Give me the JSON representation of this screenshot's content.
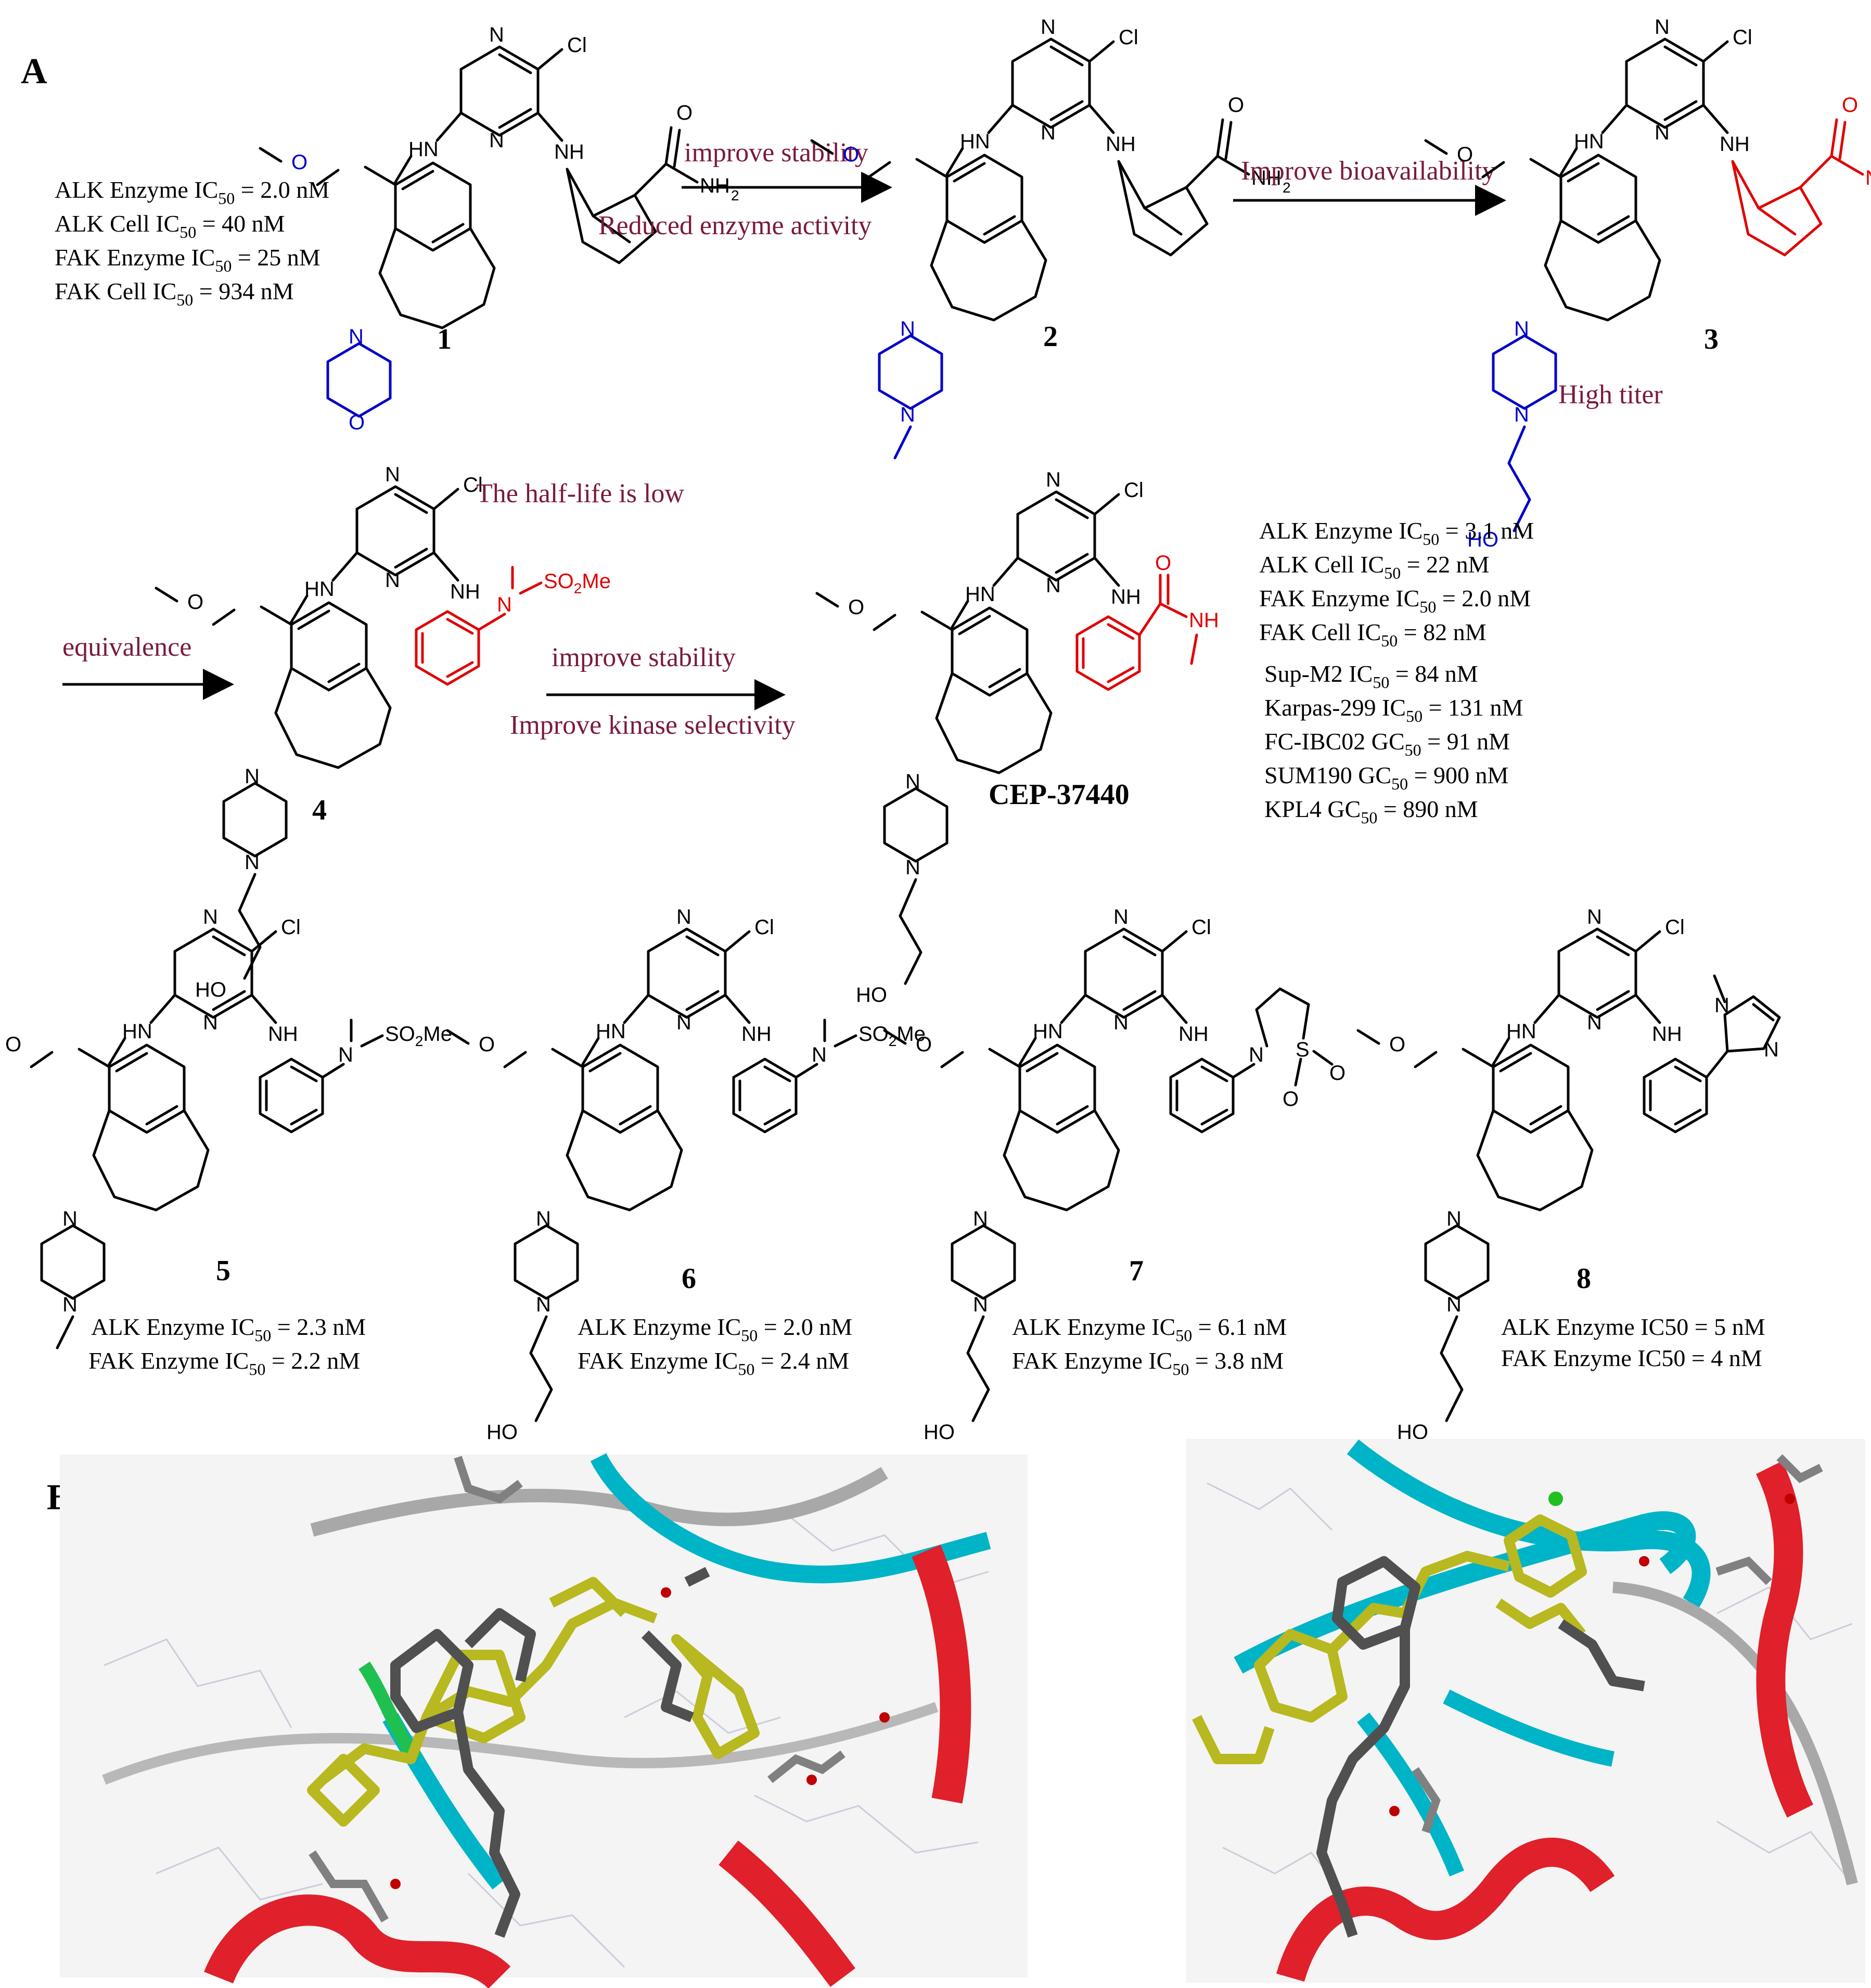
{
  "panels": {
    "a": "A",
    "b": "B"
  },
  "compounds": {
    "c1": "1",
    "c2": "2",
    "c3": "3",
    "c4": "4",
    "cep": "CEP-37440",
    "c5": "5",
    "c6": "6",
    "c7": "7",
    "c8": "8"
  },
  "transforms": {
    "t1_top": "improve stability",
    "t1_bottom": "Reduced enzyme activity",
    "t2_top": "Improve bioavailability",
    "t3_left": "equivalence",
    "t4_top": "improve stability",
    "t4_bottom": "Improve kinase selectivity"
  },
  "notes": {
    "high_titer": "High titer",
    "half_life": "The half-life is low"
  },
  "atoms": {
    "cl": "Cl",
    "n": "N",
    "nh": "NH",
    "hn": "HN",
    "o": "O",
    "ho": "HO",
    "nh2": "NH",
    "nh2_sub": "2",
    "so2me": "SO",
    "so2me_sub": "2",
    "so2me_tail": "Me",
    "s": "S"
  },
  "activity": {
    "c1": [
      {
        "pre": "ALK Enzyme IC",
        "sub": "50",
        "post": " = 2.0 nM"
      },
      {
        "pre": "ALK Cell IC",
        "sub": "50",
        "post": " = 40 nM"
      },
      {
        "pre": "FAK Enzyme IC",
        "sub": "50",
        "post": " = 25 nM"
      },
      {
        "pre": "FAK Cell IC",
        "sub": "50",
        "post": " = 934 nM"
      }
    ],
    "cep": [
      {
        "pre": "ALK Enzyme IC",
        "sub": "50",
        "post": " = 3.1 nM"
      },
      {
        "pre": "ALK Cell IC",
        "sub": "50",
        "post": " = 22 nM"
      },
      {
        "pre": "FAK Enzyme IC",
        "sub": "50",
        "post": " = 2.0 nM"
      },
      {
        "pre": "FAK Cell IC",
        "sub": "50",
        "post": " = 82 nM"
      },
      {
        "pre": "Sup-M2  IC",
        "sub": "50",
        "post": " = 84 nM"
      },
      {
        "pre": "Karpas-299  IC",
        "sub": "50",
        "post": " = 131 nM"
      },
      {
        "pre": "FC-IBC02 GC",
        "sub": "50",
        "post": " = 91 nM"
      },
      {
        "pre": "SUM190  GC",
        "sub": "50",
        "post": " = 900 nM"
      },
      {
        "pre": "KPL4  GC",
        "sub": "50",
        "post": " = 890 nM"
      }
    ],
    "c5": [
      {
        "pre": "ALK Enzyme IC",
        "sub": "50",
        "post": " = 2.3 nM"
      },
      {
        "pre": "FAK Enzyme IC",
        "sub": "50",
        "post": " = 2.2 nM"
      }
    ],
    "c6": [
      {
        "pre": "ALK Enzyme IC",
        "sub": "50",
        "post": " = 2.0 nM"
      },
      {
        "pre": "FAK Enzyme IC",
        "sub": "50",
        "post": " = 2.4 nM"
      }
    ],
    "c7": [
      {
        "pre": "ALK Enzyme IC",
        "sub": "50",
        "post": " = 6.1 nM"
      },
      {
        "pre": "FAK Enzyme IC",
        "sub": "50",
        "post": " = 3.8 nM"
      }
    ],
    "c8": [
      {
        "pre": "ALK Enzyme IC50 = 5 nM",
        "sub": "",
        "post": ""
      },
      {
        "pre": "FAK Enzyme IC50 = 4 nM",
        "sub": "",
        "post": ""
      }
    ]
  },
  "colors": {
    "mod_blue": "#0000c8",
    "mod_red": "#e00000",
    "note": "#7a1a3f",
    "ribbon_cyan": "#00b4c8",
    "ribbon_red": "#e0202a",
    "ligand_yellow": "#b8b820",
    "ligand_gray": "#505050"
  }
}
